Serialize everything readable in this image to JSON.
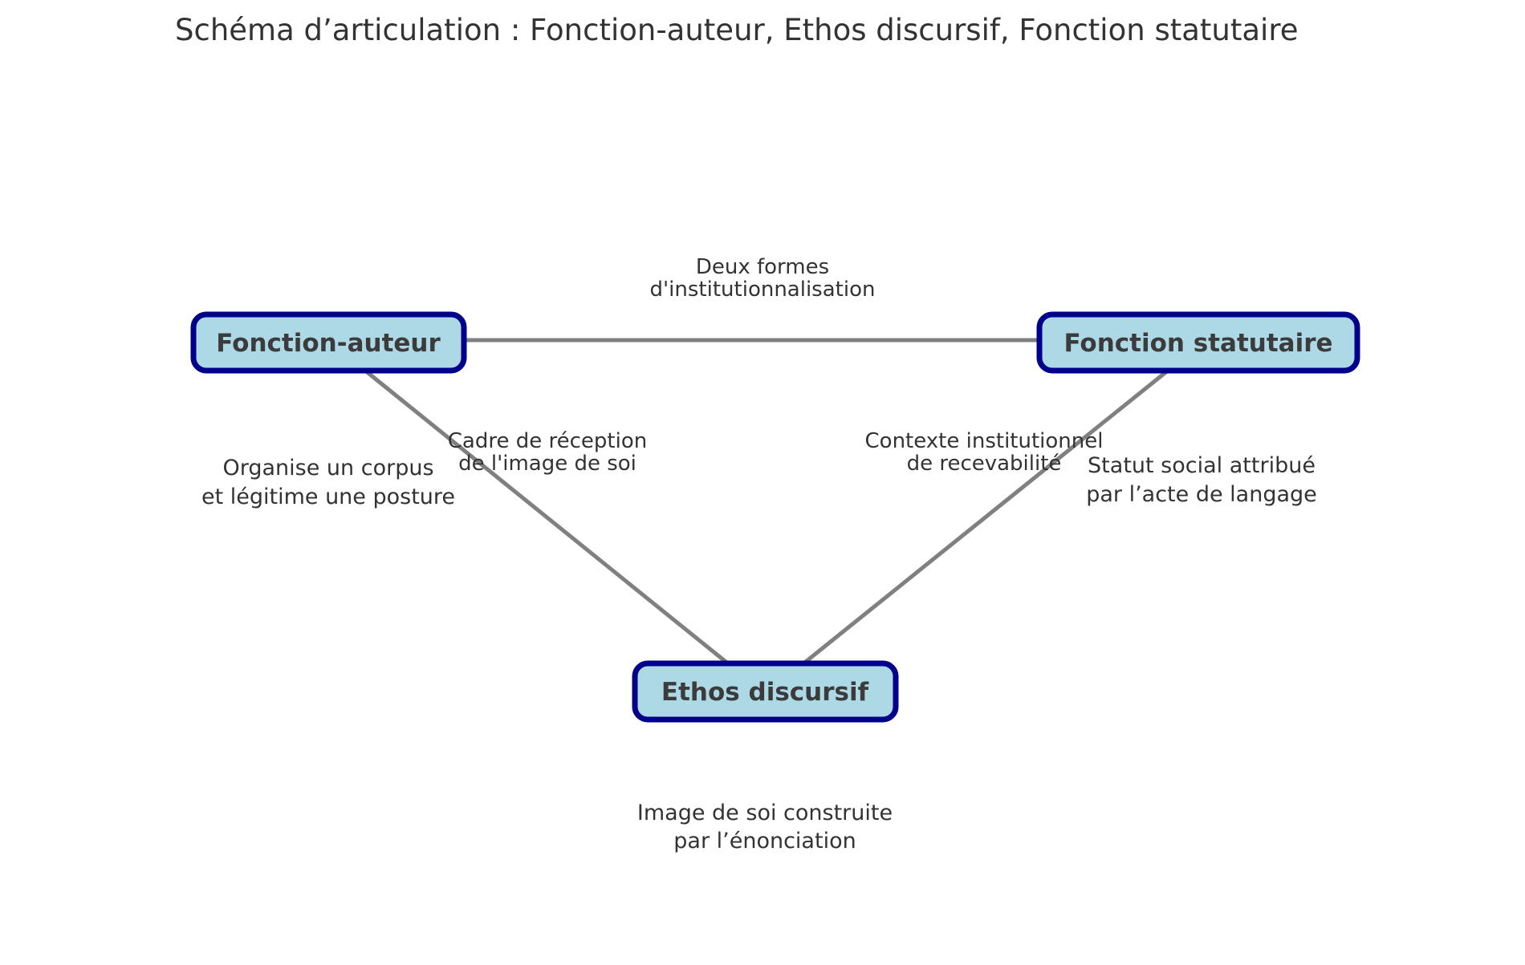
{
  "title": "Schéma d’articulation : Fonction-auteur, Ethos discursif, Fonction statutaire",
  "colors": {
    "node_fill": "#add8e6",
    "node_border": "#00008b",
    "node_text": "#3b3b3b",
    "edge": "#808080",
    "body_text": "#333333",
    "background": "#ffffff"
  },
  "nodes": {
    "fonction_auteur": {
      "label": "Fonction-auteur",
      "annotation_line1": "Organise un corpus",
      "annotation_line2": "et légitime une posture"
    },
    "fonction_statutaire": {
      "label": "Fonction statutaire",
      "annotation_line1": "Statut social attribué",
      "annotation_line2": "par l’acte de langage"
    },
    "ethos_discursif": {
      "label": "Ethos discursif",
      "annotation_line1": "Image de soi construite",
      "annotation_line2": "par l’énonciation"
    }
  },
  "edges": {
    "auteur_statutaire": {
      "label_line1": "Deux formes",
      "label_line2": "d'institutionnalisation"
    },
    "auteur_ethos": {
      "label_line1": "Cadre de réception",
      "label_line2": "de l'image de soi"
    },
    "statutaire_ethos": {
      "label_line1": "Contexte institutionnel",
      "label_line2": "de recevabilité"
    }
  }
}
